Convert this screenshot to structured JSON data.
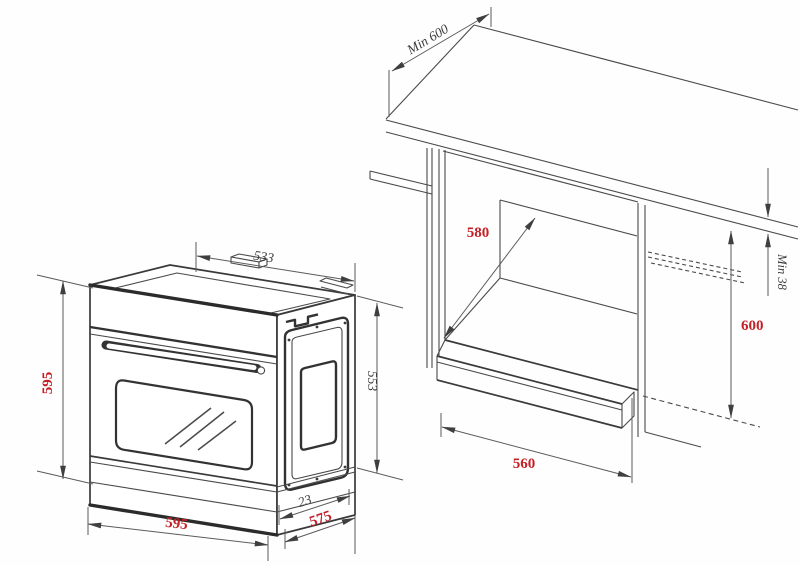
{
  "diagram": {
    "kind": "built-in oven installation dimension drawing",
    "units": "mm",
    "colors": {
      "line": "#4a4a4a",
      "dimension_red": "#c42127",
      "dimension_gray": "#3c3c3c",
      "background": "#ffffff"
    },
    "oven": {
      "dims": {
        "top_width": "533",
        "height": "595",
        "width": "595",
        "door_depth": "23",
        "depth": "575",
        "side_height": "553"
      }
    },
    "cabinet": {
      "dims": {
        "worktop_depth": "Min 600",
        "niche_depth": "580",
        "worktop_thickness": "Min 38",
        "niche_height": "600",
        "niche_width": "560"
      }
    }
  }
}
